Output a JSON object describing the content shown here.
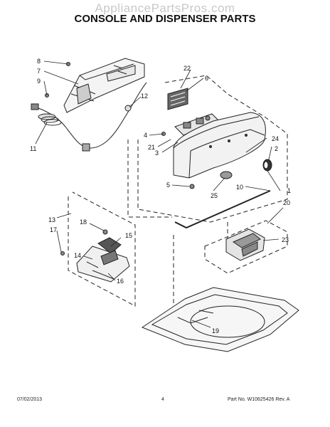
{
  "watermark": "AppliancePartsPros.com",
  "title": "CONSOLE AND DISPENSER PARTS",
  "callouts": [
    "1",
    "2",
    "3",
    "4",
    "5",
    "6",
    "7",
    "8",
    "9",
    "10",
    "11",
    "12",
    "13",
    "14",
    "15",
    "16",
    "17",
    "18",
    "19",
    "20",
    "21",
    "22",
    "23",
    "24",
    "25"
  ],
  "footer": {
    "date": "07/02/2013",
    "page": "4",
    "part_number": "Part No. W10625426  Rev. A"
  }
}
